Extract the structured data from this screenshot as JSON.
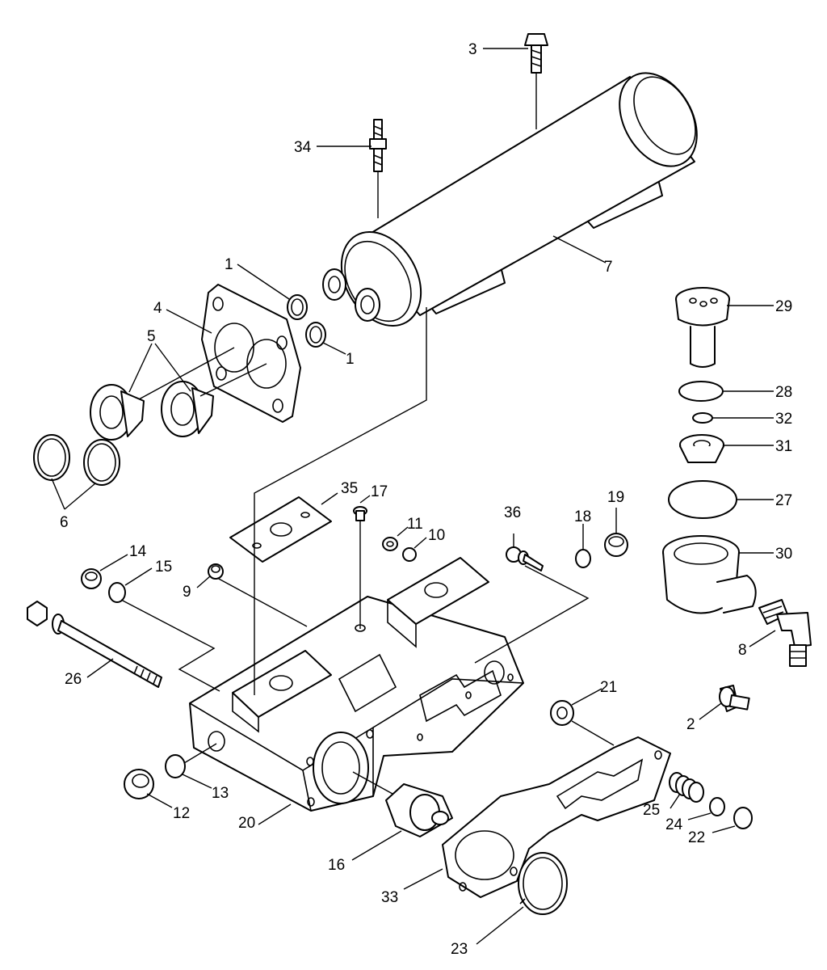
{
  "diagram": {
    "type": "exploded-parts-diagram",
    "colors": {
      "line": "#000000",
      "background": "#ffffff"
    },
    "callouts": [
      {
        "id": "c3",
        "label": "3"
      },
      {
        "id": "c34",
        "label": "34"
      },
      {
        "id": "c7",
        "label": "7"
      },
      {
        "id": "c1a",
        "label": "1"
      },
      {
        "id": "c1b",
        "label": "1"
      },
      {
        "id": "c4",
        "label": "4"
      },
      {
        "id": "c5",
        "label": "5"
      },
      {
        "id": "c6",
        "label": "6"
      },
      {
        "id": "c29",
        "label": "29"
      },
      {
        "id": "c28",
        "label": "28"
      },
      {
        "id": "c32",
        "label": "32"
      },
      {
        "id": "c31",
        "label": "31"
      },
      {
        "id": "c27",
        "label": "27"
      },
      {
        "id": "c30",
        "label": "30"
      },
      {
        "id": "c8",
        "label": "8"
      },
      {
        "id": "c35",
        "label": "35"
      },
      {
        "id": "c17",
        "label": "17"
      },
      {
        "id": "c36",
        "label": "36"
      },
      {
        "id": "c18",
        "label": "18"
      },
      {
        "id": "c19",
        "label": "19"
      },
      {
        "id": "c11",
        "label": "11"
      },
      {
        "id": "c10",
        "label": "10"
      },
      {
        "id": "c14",
        "label": "14"
      },
      {
        "id": "c15",
        "label": "15"
      },
      {
        "id": "c9",
        "label": "9"
      },
      {
        "id": "c26",
        "label": "26"
      },
      {
        "id": "c21",
        "label": "21"
      },
      {
        "id": "c2",
        "label": "2"
      },
      {
        "id": "c13",
        "label": "13"
      },
      {
        "id": "c12",
        "label": "12"
      },
      {
        "id": "c20",
        "label": "20"
      },
      {
        "id": "c16",
        "label": "16"
      },
      {
        "id": "c25",
        "label": "25"
      },
      {
        "id": "c24",
        "label": "24"
      },
      {
        "id": "c22",
        "label": "22"
      },
      {
        "id": "c33",
        "label": "33"
      },
      {
        "id": "c23",
        "label": "23"
      }
    ]
  }
}
